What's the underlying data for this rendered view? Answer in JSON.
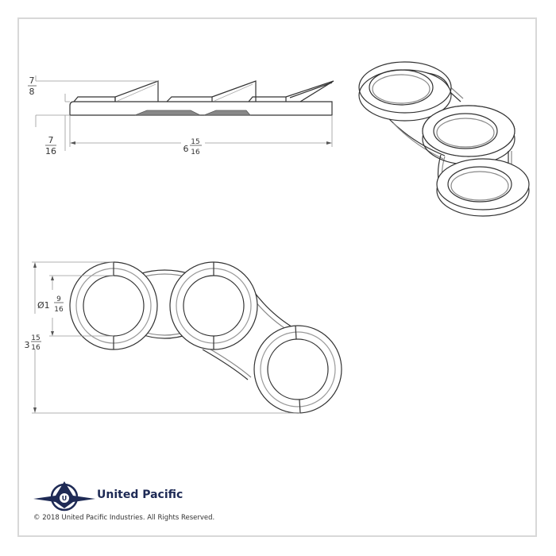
{
  "side_view": {
    "height_total": {
      "whole": "",
      "num": "7",
      "den": "8"
    },
    "base_height": {
      "whole": "",
      "num": "7",
      "den": "16"
    },
    "length": {
      "whole": "6",
      "num": "15",
      "den": "16"
    }
  },
  "top_view": {
    "hole_diameter": {
      "prefix": "Ø1",
      "num": "9",
      "den": "16"
    },
    "overall_height": {
      "whole": "3",
      "num": "15",
      "den": "16"
    }
  },
  "footer": {
    "brand_name": "United Pacific",
    "copyright": "© 2018 United Pacific Industries. All Rights Reserved."
  },
  "colors": {
    "line": "#333333",
    "dim_line": "#999999",
    "brand": "#1e2a55",
    "frame": "#d8d8d8"
  }
}
